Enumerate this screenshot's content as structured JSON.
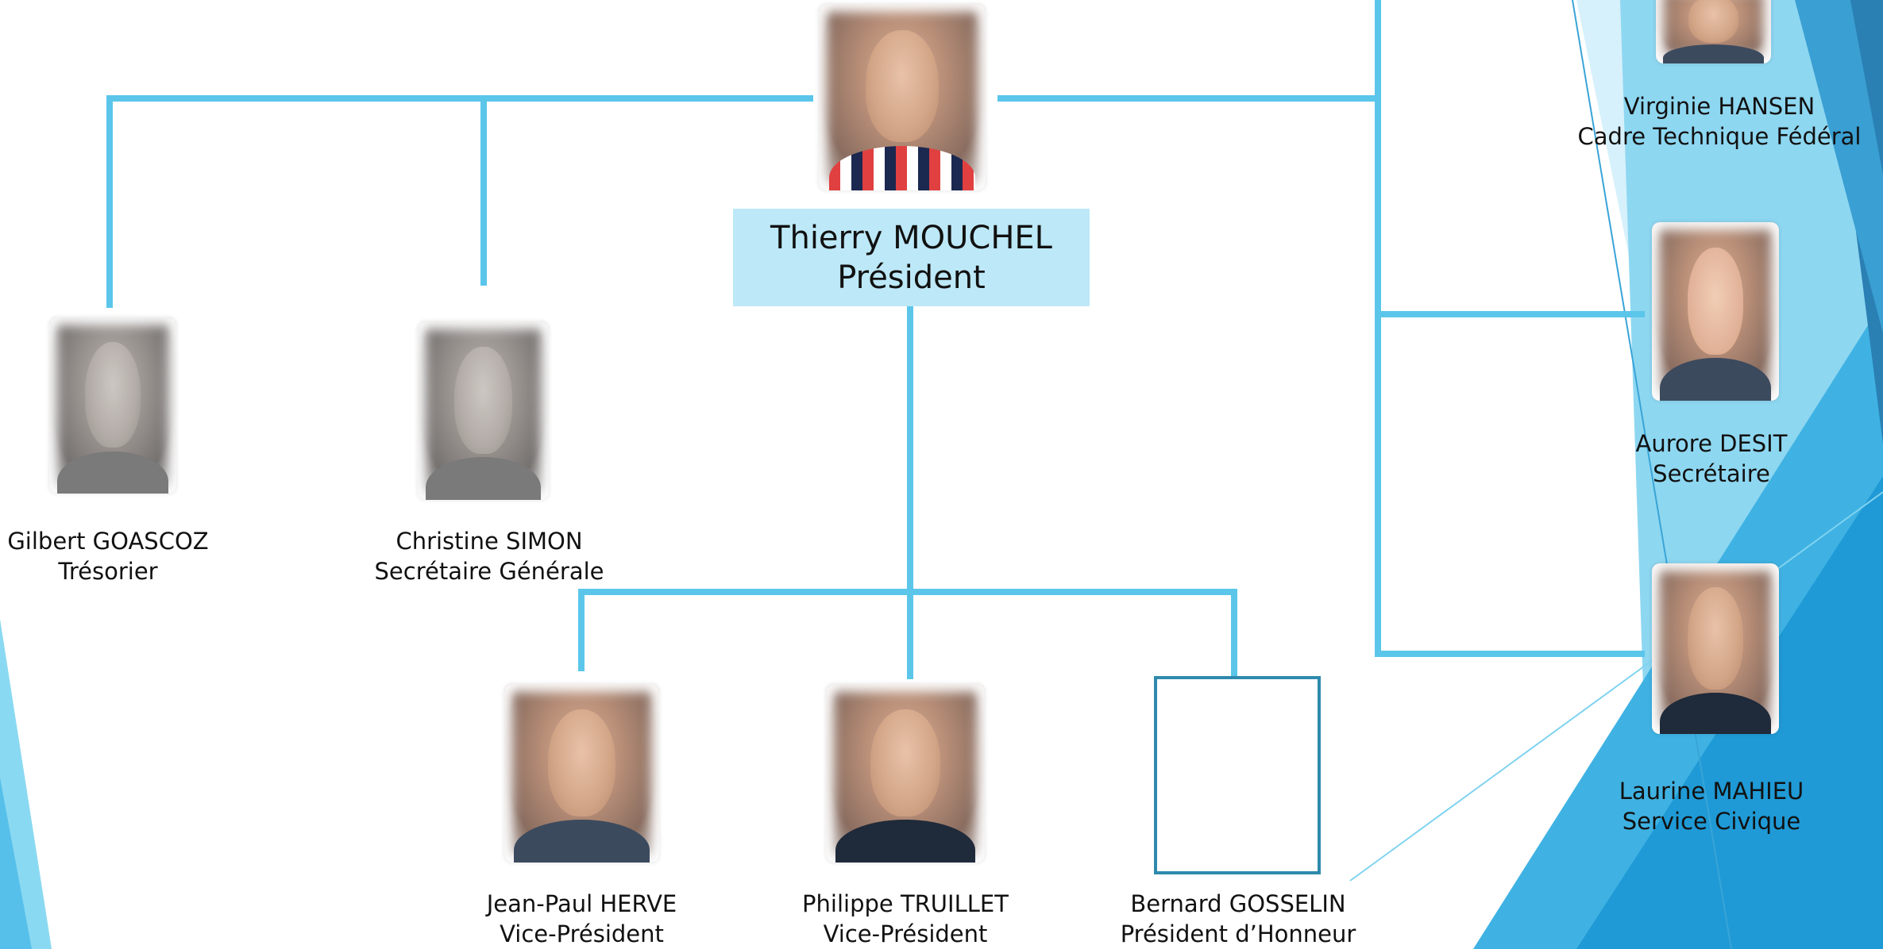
{
  "president": {
    "name": "Thierry MOUCHEL",
    "role": "Président"
  },
  "members": [
    {
      "name": "Gilbert GOASCOZ",
      "role": "Trésorier"
    },
    {
      "name": "Christine SIMON",
      "role": "Secrétaire Générale"
    },
    {
      "name": "Jean-Paul HERVE",
      "role": "Vice-Président"
    },
    {
      "name": "Philippe TRUILLET",
      "role": "Vice-Président"
    },
    {
      "name": "Bernard GOSSELIN",
      "role": "Président d’Honneur"
    },
    {
      "name": "Virginie HANSEN",
      "role": "Cadre Technique Fédéral"
    },
    {
      "name": "Aurore DESIT",
      "role": "Secrétaire"
    },
    {
      "name": "Laurine MAHIEU",
      "role": "Service Civique"
    }
  ],
  "colors": {
    "connector": "#5bc6ea",
    "president_box": "#bde8f7",
    "empty_frame_border": "#2e8aad",
    "decor_blues": [
      "#7fd3f0",
      "#35a8df",
      "#1f86c6",
      "#2f7fb0"
    ]
  }
}
